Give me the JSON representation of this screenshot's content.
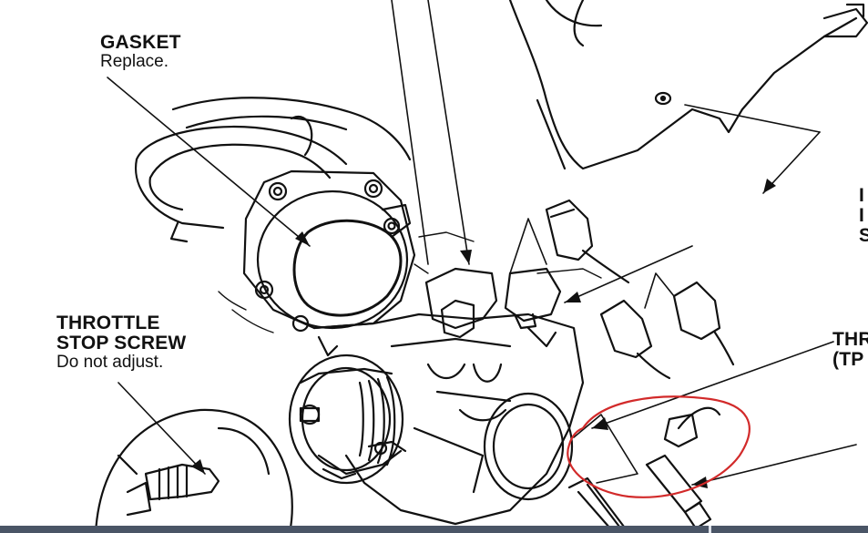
{
  "labels": {
    "gasket": {
      "title": "GASKET",
      "note": "Replace."
    },
    "throttle_stop_screw": {
      "title_line1": "THROTTLE",
      "title_line2": "STOP SCREW",
      "note": "Do not adjust."
    },
    "tp_sensor": {
      "line1": "THR",
      "line2": "(TP"
    },
    "right_edge": {
      "line1": "I",
      "line2": "I",
      "line3": "S"
    }
  },
  "colors": {
    "line": "#111111",
    "annotation_circle": "#d22a2a",
    "bottom_bar": "#4a5566"
  }
}
